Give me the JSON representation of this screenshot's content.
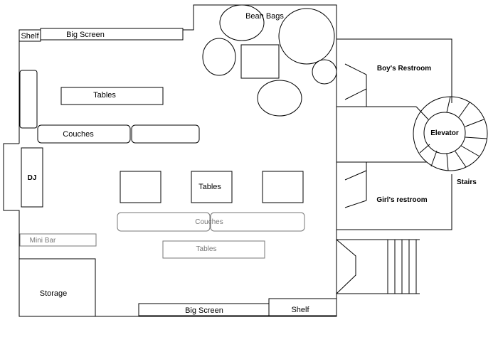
{
  "labels": {
    "shelf_top": "Shelf",
    "big_screen_top": "Big Screen",
    "bean_bags": "Bean Bags",
    "tables_top": "Tables",
    "couches_top": "Couches",
    "dj": "DJ",
    "tables_center": "Tables",
    "couches_center": "Couches",
    "tables_bottom": "Tables",
    "mini_bar": "Mini Bar",
    "storage": "Storage",
    "big_screen_bottom": "Big Screen",
    "shelf_bottom": "Shelf",
    "boys_restroom": "Boy's Restroom",
    "girls_restroom": "Girl's restroom",
    "elevator": "Elevator",
    "stairs": "Stairs"
  }
}
